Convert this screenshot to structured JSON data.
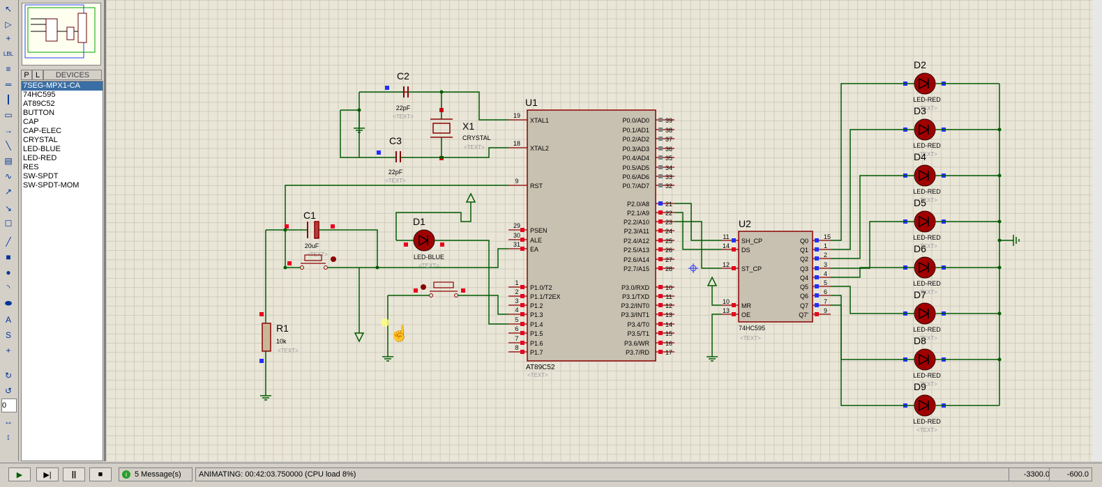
{
  "toolbar": {
    "tools": [
      "selection-icon",
      "component-icon",
      "junction-icon",
      "wire-label-icon",
      "text-script-icon",
      "bus-icon",
      "subcircuit-icon",
      "terminal-icon",
      "pin-icon",
      "graph-icon",
      "tape-icon",
      "generator-icon",
      "voltage-probe-icon",
      "current-probe-icon",
      "virtual-instrument-icon",
      "line-icon",
      "box-icon",
      "circle-icon",
      "arc-icon",
      "path-icon",
      "text-icon",
      "symbol-icon",
      "marker-icon",
      "rotate-cw-icon",
      "rotate-ccw-icon",
      "angle-field",
      "mirror-x-icon",
      "mirror-y-icon"
    ],
    "angle_value": "0"
  },
  "panel": {
    "tab_p": "P",
    "tab_l": "L",
    "tab_devices": "DEVICES",
    "devices": [
      "7SEG-MPX1-CA",
      "74HC595",
      "AT89C52",
      "BUTTON",
      "CAP",
      "CAP-ELEC",
      "CRYSTAL",
      "LED-BLUE",
      "LED-RED",
      "RES",
      "SW-SPDT",
      "SW-SPDT-MOM"
    ],
    "selected_index": 0
  },
  "schematic": {
    "u1": {
      "ref": "U1",
      "part": "AT89C52",
      "text": "<TEXT>",
      "left_pins": [
        {
          "num": "19",
          "name": "XTAL1"
        },
        {
          "num": "18",
          "name": "XTAL2"
        },
        {
          "num": "9",
          "name": "RST"
        },
        {
          "num": "29",
          "name": "PSEN"
        },
        {
          "num": "30",
          "name": "ALE"
        },
        {
          "num": "31",
          "name": "EA"
        },
        {
          "num": "1",
          "name": "P1.0/T2"
        },
        {
          "num": "2",
          "name": "P1.1/T2EX"
        },
        {
          "num": "3",
          "name": "P1.2"
        },
        {
          "num": "4",
          "name": "P1.3"
        },
        {
          "num": "5",
          "name": "P1.4"
        },
        {
          "num": "6",
          "name": "P1.5"
        },
        {
          "num": "7",
          "name": "P1.6"
        },
        {
          "num": "8",
          "name": "P1.7"
        }
      ],
      "right_pins": [
        {
          "num": "39",
          "name": "P0.0/AD0"
        },
        {
          "num": "38",
          "name": "P0.1/AD1"
        },
        {
          "num": "37",
          "name": "P0.2/AD2"
        },
        {
          "num": "36",
          "name": "P0.3/AD3"
        },
        {
          "num": "35",
          "name": "P0.4/AD4"
        },
        {
          "num": "34",
          "name": "P0.5/AD5"
        },
        {
          "num": "33",
          "name": "P0.6/AD6"
        },
        {
          "num": "32",
          "name": "P0.7/AD7"
        },
        {
          "num": "21",
          "name": "P2.0/A8"
        },
        {
          "num": "22",
          "name": "P2.1/A9"
        },
        {
          "num": "23",
          "name": "P2.2/A10"
        },
        {
          "num": "24",
          "name": "P2.3/A11"
        },
        {
          "num": "25",
          "name": "P2.4/A12"
        },
        {
          "num": "26",
          "name": "P2.5/A13"
        },
        {
          "num": "27",
          "name": "P2.6/A14"
        },
        {
          "num": "28",
          "name": "P2.7/A15"
        },
        {
          "num": "10",
          "name": "P3.0/RXD"
        },
        {
          "num": "11",
          "name": "P3.1/TXD"
        },
        {
          "num": "12",
          "name": "P3.2/INT0"
        },
        {
          "num": "13",
          "name": "P3.3/INT1"
        },
        {
          "num": "14",
          "name": "P3.4/T0"
        },
        {
          "num": "15",
          "name": "P3.5/T1"
        },
        {
          "num": "16",
          "name": "P3.6/WR"
        },
        {
          "num": "17",
          "name": "P3.7/RD"
        }
      ]
    },
    "u2": {
      "ref": "U2",
      "part": "74HC595",
      "text": "<TEXT>",
      "left_pins": [
        {
          "num": "11",
          "name": "SH_CP"
        },
        {
          "num": "14",
          "name": "DS"
        },
        {
          "num": "12",
          "name": "ST_CP"
        },
        {
          "num": "10",
          "name": "MR"
        },
        {
          "num": "13",
          "name": "OE"
        }
      ],
      "right_pins": [
        {
          "num": "15",
          "name": "Q0"
        },
        {
          "num": "1",
          "name": "Q1"
        },
        {
          "num": "2",
          "name": "Q2"
        },
        {
          "num": "3",
          "name": "Q3"
        },
        {
          "num": "4",
          "name": "Q4"
        },
        {
          "num": "5",
          "name": "Q5"
        },
        {
          "num": "6",
          "name": "Q6"
        },
        {
          "num": "7",
          "name": "Q7"
        },
        {
          "num": "9",
          "name": "Q7'"
        }
      ]
    },
    "c1": {
      "ref": "C1",
      "value": "20uF",
      "text": "<TEXT>"
    },
    "c2": {
      "ref": "C2",
      "value": "22pF",
      "text": "<TEXT>"
    },
    "c3": {
      "ref": "C3",
      "value": "22pF",
      "text": "<TEXT>"
    },
    "x1": {
      "ref": "X1",
      "value": "CRYSTAL",
      "text": "<TEXT>"
    },
    "r1": {
      "ref": "R1",
      "value": "10k",
      "text": "<TEXT>"
    },
    "d1": {
      "ref": "D1",
      "value": "LED-BLUE",
      "text": "<TEXT>"
    },
    "leds": [
      {
        "ref": "D2",
        "value": "LED-RED",
        "text": "<TEXT>"
      },
      {
        "ref": "D3",
        "value": "LED-RED",
        "text": "<TEXT>"
      },
      {
        "ref": "D4",
        "value": "LED-RED",
        "text": "<TEXT>"
      },
      {
        "ref": "D5",
        "value": "LED-RED",
        "text": "<TEXT>"
      },
      {
        "ref": "D6",
        "value": "LED-RED",
        "text": "<TEXT>"
      },
      {
        "ref": "D7",
        "value": "LED-RED",
        "text": "<TEXT>"
      },
      {
        "ref": "D8",
        "value": "LED-RED",
        "text": "<TEXT>"
      },
      {
        "ref": "D9",
        "value": "LED-RED",
        "text": "<TEXT>"
      }
    ]
  },
  "status": {
    "messages": "5 Message(s)",
    "animating": "ANIMATING: 00:42:03.750000 (CPU load 8%)",
    "coord_x": "-3300.0",
    "coord_y": "-600.0",
    "play": "▶",
    "step": "▶|",
    "pause": "||",
    "stop": "■"
  },
  "colors": {
    "wire": "#005a00",
    "component": "#8b0000",
    "text": "#000000",
    "grid_bg": "#e9e6d8",
    "pin_red": "#e8001c",
    "pin_blue": "#2030ff",
    "led_body": "#a00000"
  }
}
